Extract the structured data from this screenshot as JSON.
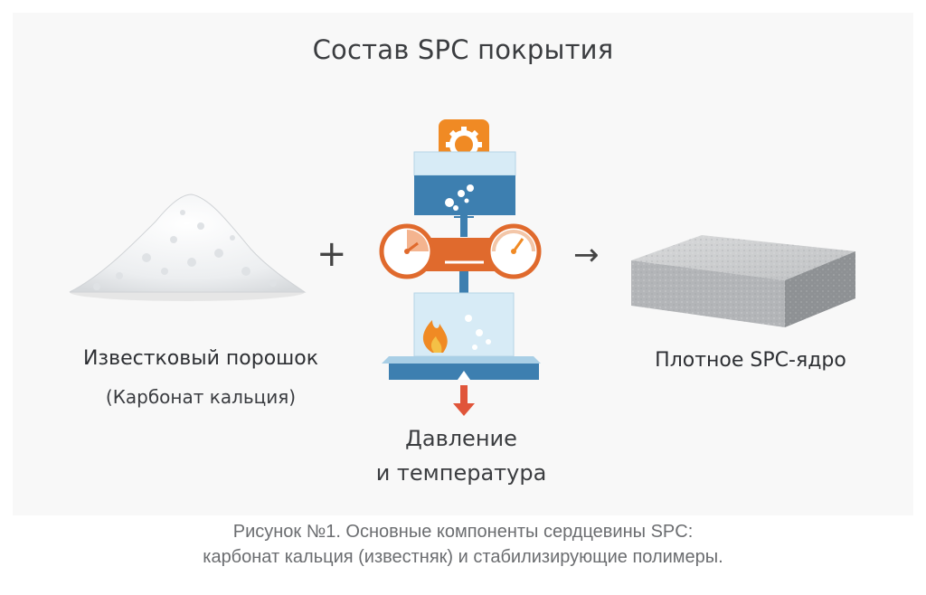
{
  "title": "Состав SPC покрытия",
  "left": {
    "name": "Известковый порошок",
    "sub": "(Карбонат кальция)"
  },
  "center": {
    "line1": "Давление",
    "line2": "и температура"
  },
  "right": {
    "name": "Плотное SPC-ядро"
  },
  "operators": {
    "plus": "+",
    "arrow": "→"
  },
  "caption": {
    "line1": "Рисунок №1. Основные компоненты сердцевины SPC:",
    "line2": "карбонат кальция (известняк) и стабилизирующие полимеры."
  },
  "colors": {
    "orange": "#f08a24",
    "blue": "#3d7fb0",
    "lightblue": "#d7ebf6",
    "red": "#e0553a"
  }
}
